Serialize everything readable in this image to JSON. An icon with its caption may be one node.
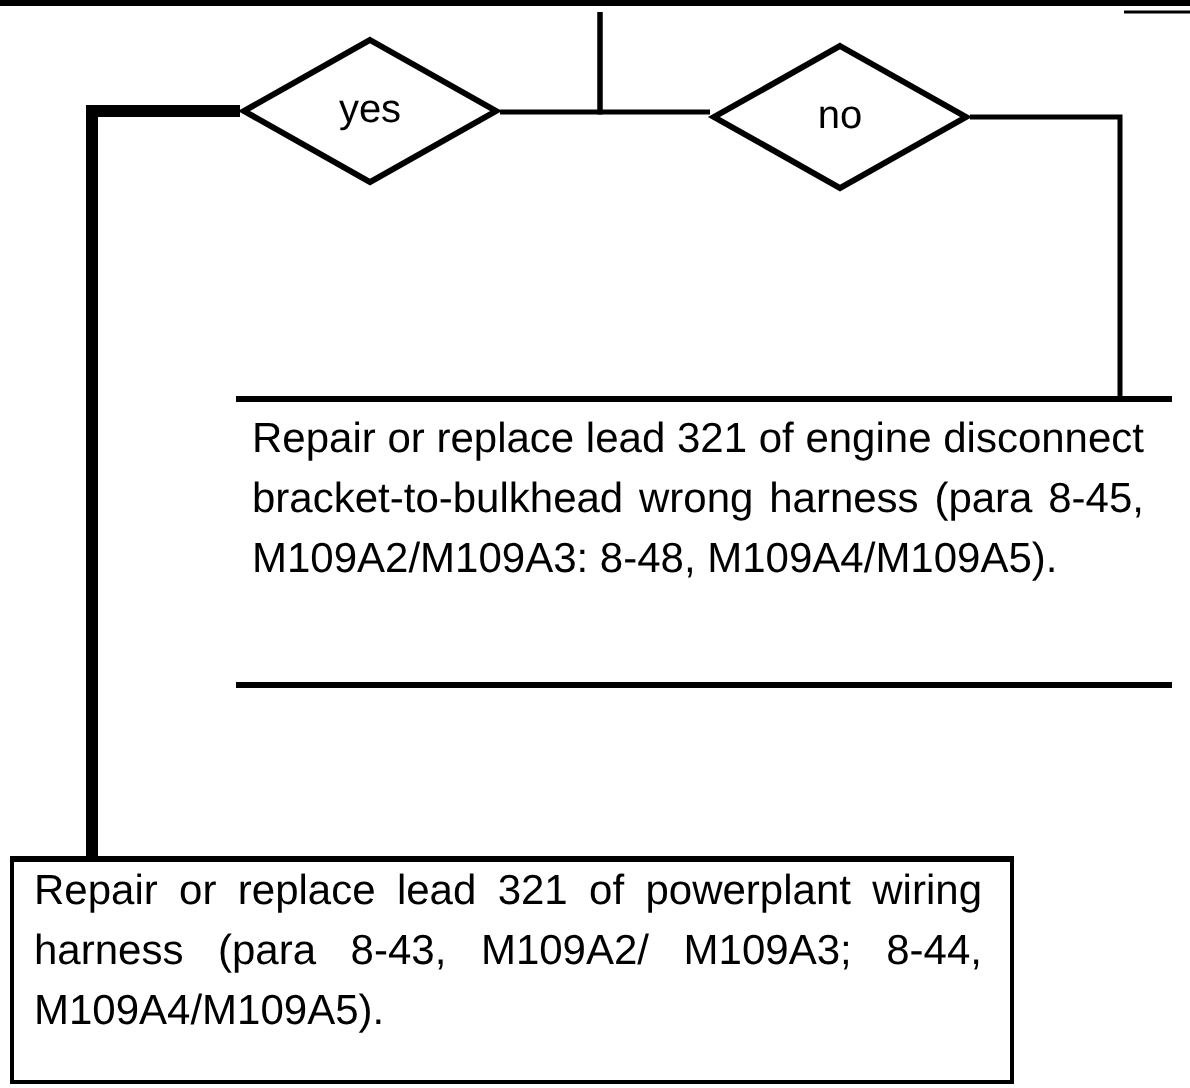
{
  "diagram": {
    "nodes": [
      {
        "text": [
          "yes"
        ]
      },
      {
        "text": [
          "no"
        ]
      },
      {
        "text": [
          "Repair or replace lead 321 of engine disconnect bracket-to-bulkhead wrong harness (para 8-45, M109A2/M109A3: 8-48, M109A4/M109A5)."
        ]
      },
      {
        "text": [
          "Repair or replace lead 321 of powerplant wiring harness (para 8-43, M109A2/ M109A3; 8-44, M109A4/M109A5)."
        ]
      }
    ],
    "edges": [
      {
        "from": null,
        "to": 0,
        "arrow": "none"
      },
      {
        "from": null,
        "to": 1,
        "arrow": "none"
      },
      {
        "from": 0,
        "to": 3,
        "arrow": "none",
        "style": "thick"
      },
      {
        "from": 1,
        "to": 2,
        "arrow": "none"
      }
    ]
  }
}
